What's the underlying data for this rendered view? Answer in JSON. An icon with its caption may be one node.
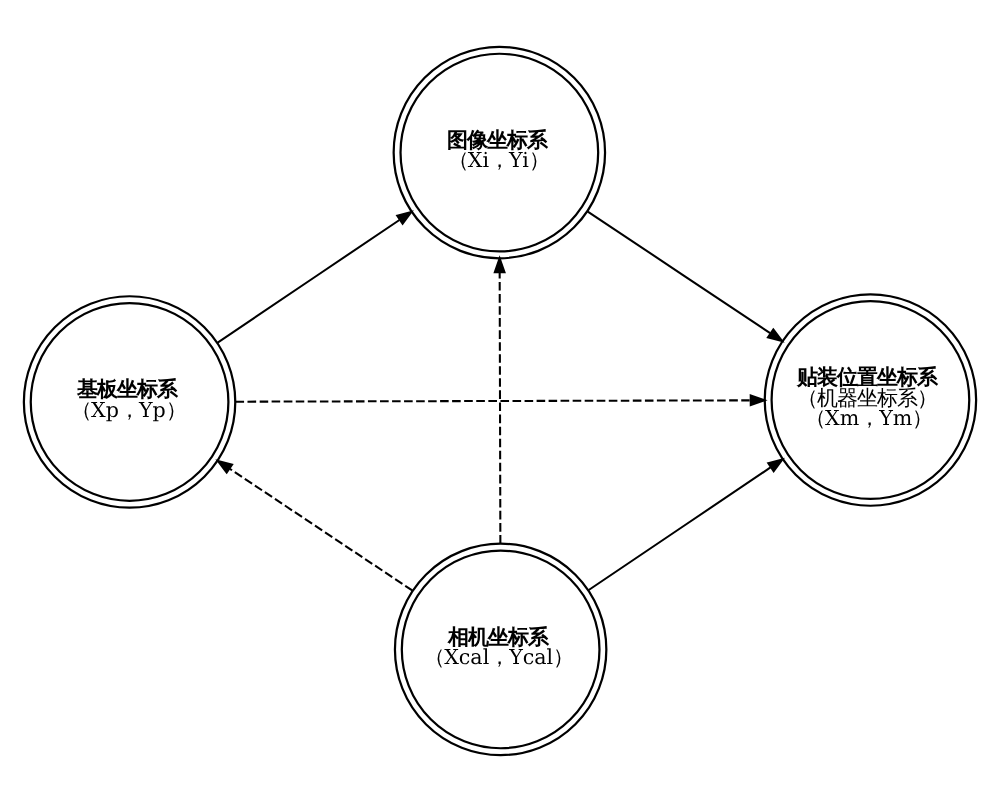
{
  "diagram": {
    "nodes": [
      {
        "text": [
          "图像坐标系",
          "（Xi，Yi）"
        ]
      },
      {
        "text": [
          "基板坐标系",
          "（Xp，Yp）"
        ]
      },
      {
        "text": [
          "贴装位置坐标系",
          "（机器坐标系）",
          "（Xm，Ym）"
        ]
      },
      {
        "text": [
          "相机坐标系",
          "（Xcal，Ycal）"
        ]
      }
    ],
    "edges": [
      {
        "from": 1,
        "to": 0,
        "arrow": "to"
      },
      {
        "from": 0,
        "to": 2,
        "arrow": "to"
      },
      {
        "from": 1,
        "to": 2,
        "arrow": "to",
        "style": "dashed"
      },
      {
        "from": 3,
        "to": 0,
        "arrow": "to",
        "style": "dashed"
      },
      {
        "from": 3,
        "to": 1,
        "arrow": "to",
        "style": "dashed"
      },
      {
        "from": 3,
        "to": 2,
        "arrow": "to"
      }
    ]
  }
}
